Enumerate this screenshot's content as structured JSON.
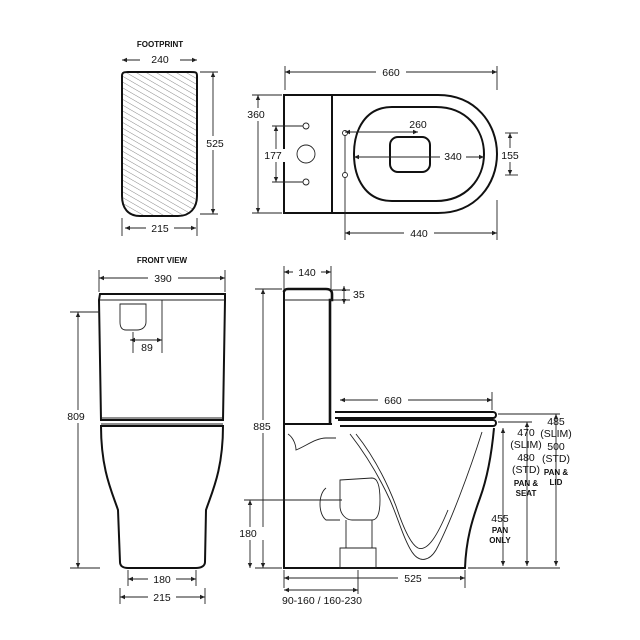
{
  "footprint": {
    "title": "FOOTPRINT",
    "width_top": "240",
    "width_bottom": "215",
    "depth": "525"
  },
  "plan": {
    "overall_length": "660",
    "cistern_depth": "360",
    "fixing_spacing": "177",
    "bowl_spacing": "260",
    "seat_width": "340",
    "seat_depth": "155",
    "pan_length": "440"
  },
  "front": {
    "title": "FRONT VIEW",
    "cistern_width": "390",
    "button_offset": "89",
    "height": "809",
    "base_width": "180",
    "foot_width": "215"
  },
  "side": {
    "cistern_depth": "140",
    "lid_thickness": "35",
    "seat_length": "660",
    "height": "885",
    "outlet_height": "180",
    "set_out": "90-160 / 160-230",
    "base_length": "525",
    "pan_only_height": "455",
    "pan_only_label": [
      "PAN",
      "ONLY"
    ],
    "pan_seat_height": [
      "470",
      "(SLIM)",
      "480",
      "(STD)"
    ],
    "pan_seat_label": [
      "PAN &",
      "SEAT"
    ],
    "pan_lid_height": [
      "485",
      "(SLIM)",
      "500",
      "(STD)"
    ],
    "pan_lid_label": [
      "PAN &",
      "LID"
    ]
  }
}
